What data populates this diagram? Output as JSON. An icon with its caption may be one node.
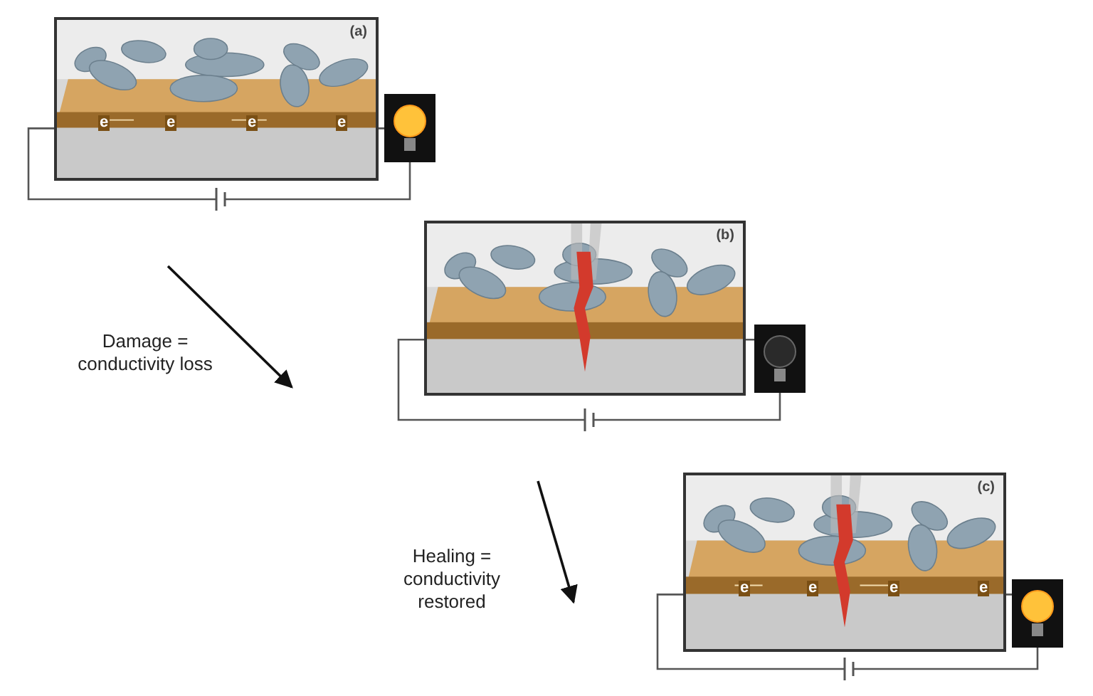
{
  "diagram": {
    "nodes": [
      {
        "text": [
          "(a)"
        ]
      },
      {
        "text": [
          "(b)"
        ]
      },
      {
        "text": [
          "(c)"
        ]
      }
    ],
    "edges": [
      {
        "from": 0,
        "to": 1,
        "arrow": "to",
        "label": "Damage = conductivity loss"
      },
      {
        "from": 1,
        "to": 2,
        "arrow": "to",
        "label": "Healing = conductivity restored"
      }
    ],
    "labels": [
      "e",
      "e",
      "e",
      "e",
      "e",
      "e",
      "e",
      "e"
    ]
  }
}
